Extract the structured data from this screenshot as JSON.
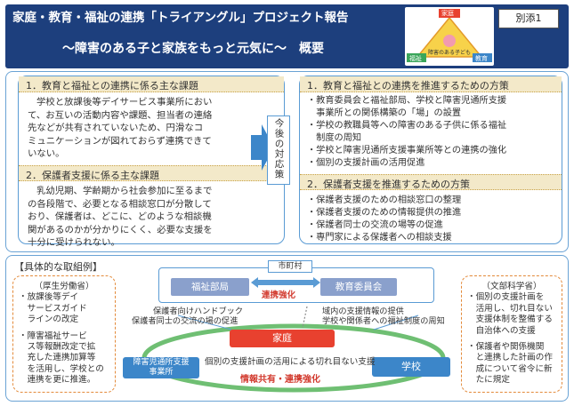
{
  "header": {
    "title": "家庭・教育・福祉の連携「トライアングル」プロジェクト報告",
    "subtitle": "〜障害のある子と家族をもっと元気に〜　概要",
    "annex": "別添1",
    "triangle": {
      "top": "家庭",
      "left": "福祉",
      "right": "教育",
      "center": "障害のある子ども"
    }
  },
  "left_panel": {
    "section1_title": "1．教育と福祉との連携に係る主な課題",
    "section1_lines": [
      "学校と放課後等デイサービス事業所におい",
      "て、お互いの活動内容や課題、担当者の連絡",
      "先などが共有されていないため、円滑なコ",
      "ミュニケーションが図れておらず連携できて",
      "いない。"
    ],
    "section2_title": "2．保護者支援に係る主な課題",
    "section2_lines": [
      "乳幼児期、学齢期から社会参加に至るまで",
      "の各段階で、必要となる相談窓口が分散して",
      "おり、保護者は、どこに、どのような相談機",
      "関があるのかが分かりにくく、必要な支援を",
      "十分に受けられない。"
    ]
  },
  "center": {
    "label": "今後の対応策"
  },
  "right_panel": {
    "section1_title": "1．教育と福祉との連携を推進するための方策",
    "section1_items": [
      "・教育委員会と福祉部局、学校と障害児通所支援",
      "　事業所との関係構築の「場」の設置",
      "・学校の教職員等への障害のある子供に係る福祉",
      "　制度の周知",
      "・学校と障害児通所支援事業所等との連携の強化",
      "・個別の支援計画の活用促進"
    ],
    "section2_title": "2．保護者支援を推進するための方策",
    "section2_items": [
      "・保護者支援のための相談窓口の整理",
      "・保護者支援のための情報提供の推進",
      "・保護者同士の交流の場等の促進",
      "・専門家による保護者への相談支援"
    ]
  },
  "initiatives": {
    "title": "【具体的な取組例】",
    "left_box": [
      "（厚生労働省）",
      "・放課後等デイ",
      "　サービスガイド",
      "　ラインの改定",
      "",
      "・障害福祉サービ",
      "　ス等報酬改定で拡",
      "　充した連携加算等",
      "　を活用し、学校との",
      "　連携を更に推進。"
    ],
    "right_box": [
      "（文部科学省）",
      "・個別の支援計画を",
      "　活用し、切れ目ない",
      "　支援体制を整備する",
      "　自治体への支援",
      "",
      "・保護者や関係機関",
      "　と連携した計画の作",
      "　成について省令に新",
      "　たに規定"
    ],
    "city": "市町村",
    "welfare_dept": "福祉部局",
    "education_board": "教育委員会",
    "coop_strengthen": "連携強化",
    "handbook_line1": "保護者向けハンドブック",
    "handbook_line2": "保護者同士の交流の場の促進",
    "info_line1": "域内の支援情報の提供",
    "info_line2": "学校や関係者への福祉制度の周知",
    "home": "家庭",
    "school": "学校",
    "office_line1": "障害児通所支援",
    "office_line2": "事業所",
    "plan_text": "個別の支援計画の活用による切れ目ない支援",
    "info_share": "情報共有・連携強化"
  }
}
